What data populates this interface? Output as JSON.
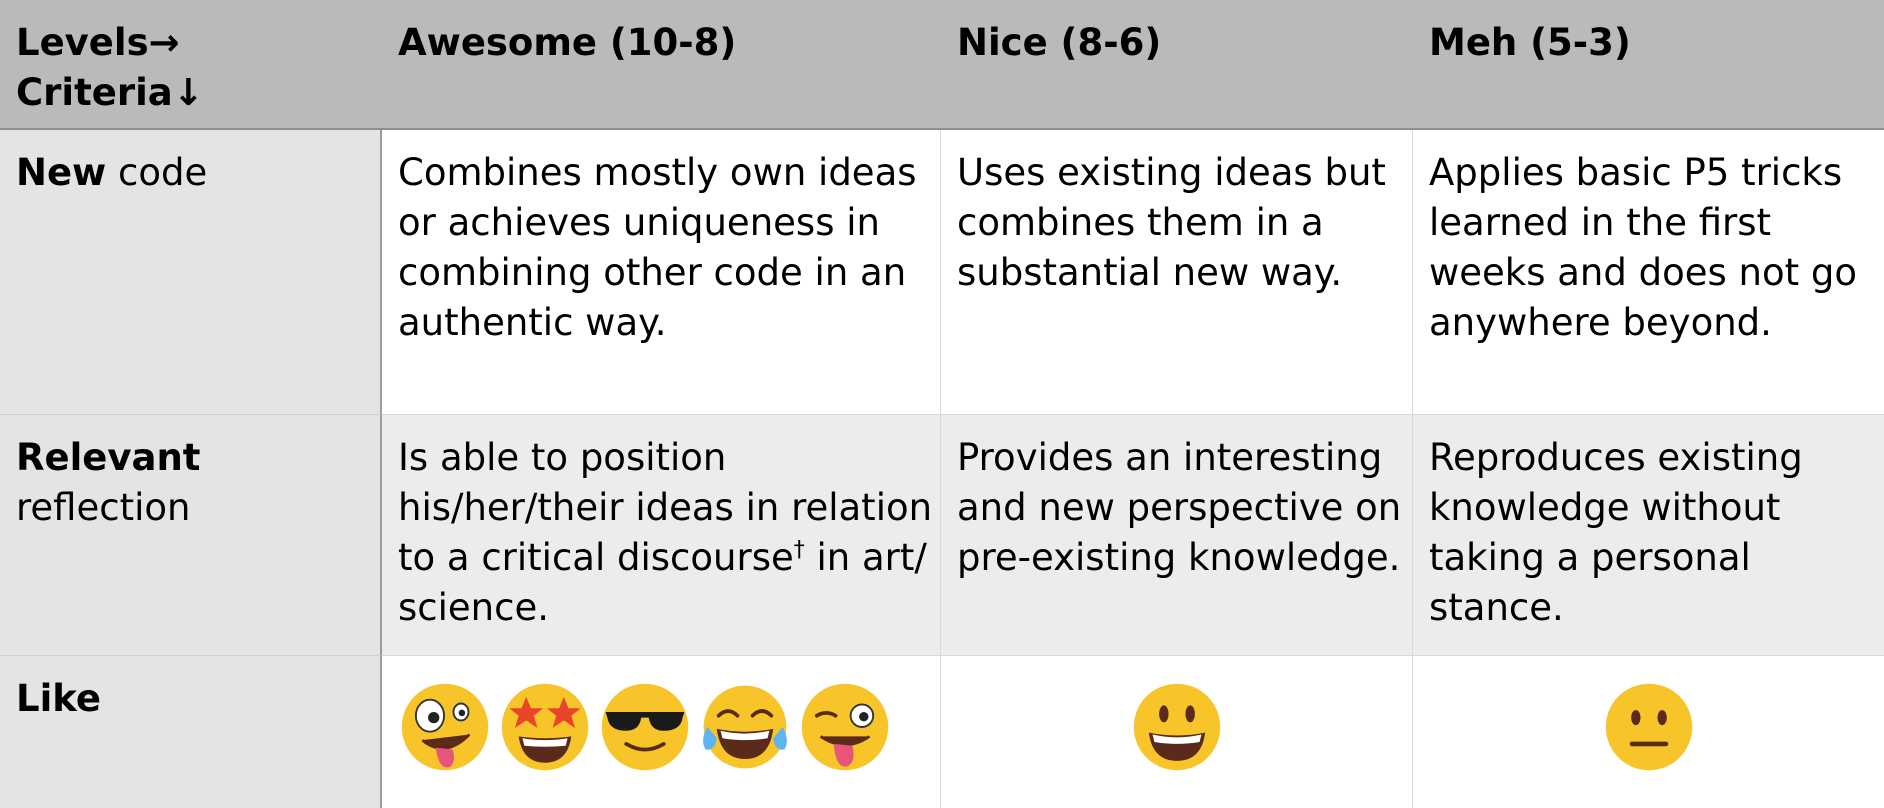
{
  "header": {
    "levels": "Levels→",
    "criteria": "Criteria↓",
    "columns": [
      "Awesome (10-8)",
      "Nice (8-6)",
      "Meh (5-3)"
    ]
  },
  "rows": [
    {
      "label_bold": "New",
      "label_rest": " code",
      "cells": [
        "Combines mostly own ideas or achieves uniqueness in combining other code in an authentic way.",
        "Uses existing ideas but combines them in a substantial new way.",
        "Applies basic P5 tricks learned in the first weeks and does not go anywhere beyond."
      ]
    },
    {
      "label_bold": "Relevant",
      "label_rest": "reflection",
      "cells_before": [
        "Is able to position his/her/their ideas in relation to a critical discourse"
      ],
      "dagger": "†",
      "cell_after": " in art/ science.",
      "cells": [
        "Provides an interesting and new perspective on pre-existing knowledge.",
        "Reproduces existing knowledge without taking a personal stance."
      ]
    },
    {
      "label_bold": "Like",
      "emojis": {
        "awesome": [
          "zany-face-icon",
          "star-struck-icon",
          "sunglasses-face-icon",
          "tears-of-joy-icon",
          "winking-tongue-icon"
        ],
        "nice": [
          "grinning-face-icon"
        ],
        "meh": [
          "neutral-face-icon"
        ]
      }
    }
  ],
  "colors": {
    "header_bg": "#b9bab9",
    "rowhead_bg": "#e3e4e3",
    "alt_row_bg": "#ececec",
    "emoji_yellow": "#f7c42a"
  }
}
